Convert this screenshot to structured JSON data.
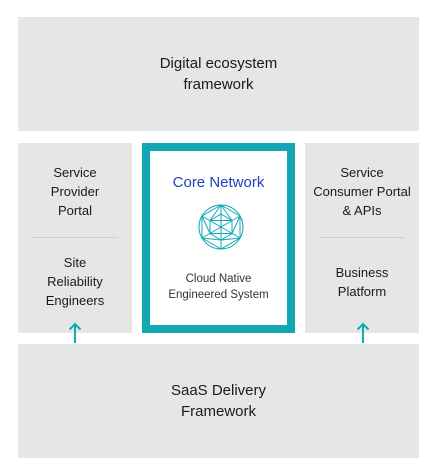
{
  "top_box": {
    "label": "Digital ecosystem\nframework"
  },
  "left_panel": {
    "top_label": "Service\nProvider\nPortal",
    "bottom_label": "Site\nReliability\nEngineers"
  },
  "core": {
    "title": "Core Network",
    "subtitle": "Cloud Native\nEngineered System",
    "icon": "geodesic-globe-icon"
  },
  "right_panel": {
    "top_label": "Service\nConsumer Portal\n& APIs",
    "bottom_label": "Business\nPlatform"
  },
  "bottom_box": {
    "label": "SaaS Delivery\nFramework"
  },
  "colors": {
    "accent": "#13a7b4",
    "title_blue": "#1f3fbf",
    "panel_gray": "#e6e6e6"
  }
}
